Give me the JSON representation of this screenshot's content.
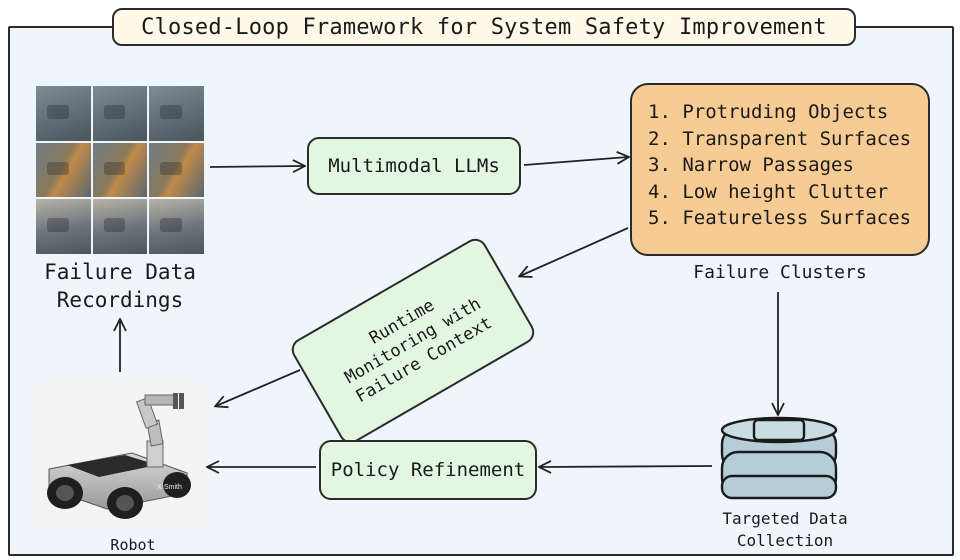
{
  "title": "Closed-Loop Framework for System Safety Improvement",
  "nodes": {
    "failure_recordings": {
      "line1": "Failure Data",
      "line2": "Recordings"
    },
    "llm": "Multimodal LLMs",
    "clusters": {
      "items": [
        "1. Protruding Objects",
        "2. Transparent Surfaces",
        "3. Narrow Passages",
        "4. Low height Clutter",
        "5. Featureless Surfaces"
      ],
      "label": "Failure Clusters"
    },
    "runtime": {
      "line1": "Runtime",
      "line2": "Monitoring with",
      "line3": "Failure Context"
    },
    "policy": "Policy Refinement",
    "collection": {
      "line1": "Targeted Data",
      "line2": "Collection"
    },
    "robot": {
      "label": "Robot",
      "brand": "X-Smith"
    }
  }
}
